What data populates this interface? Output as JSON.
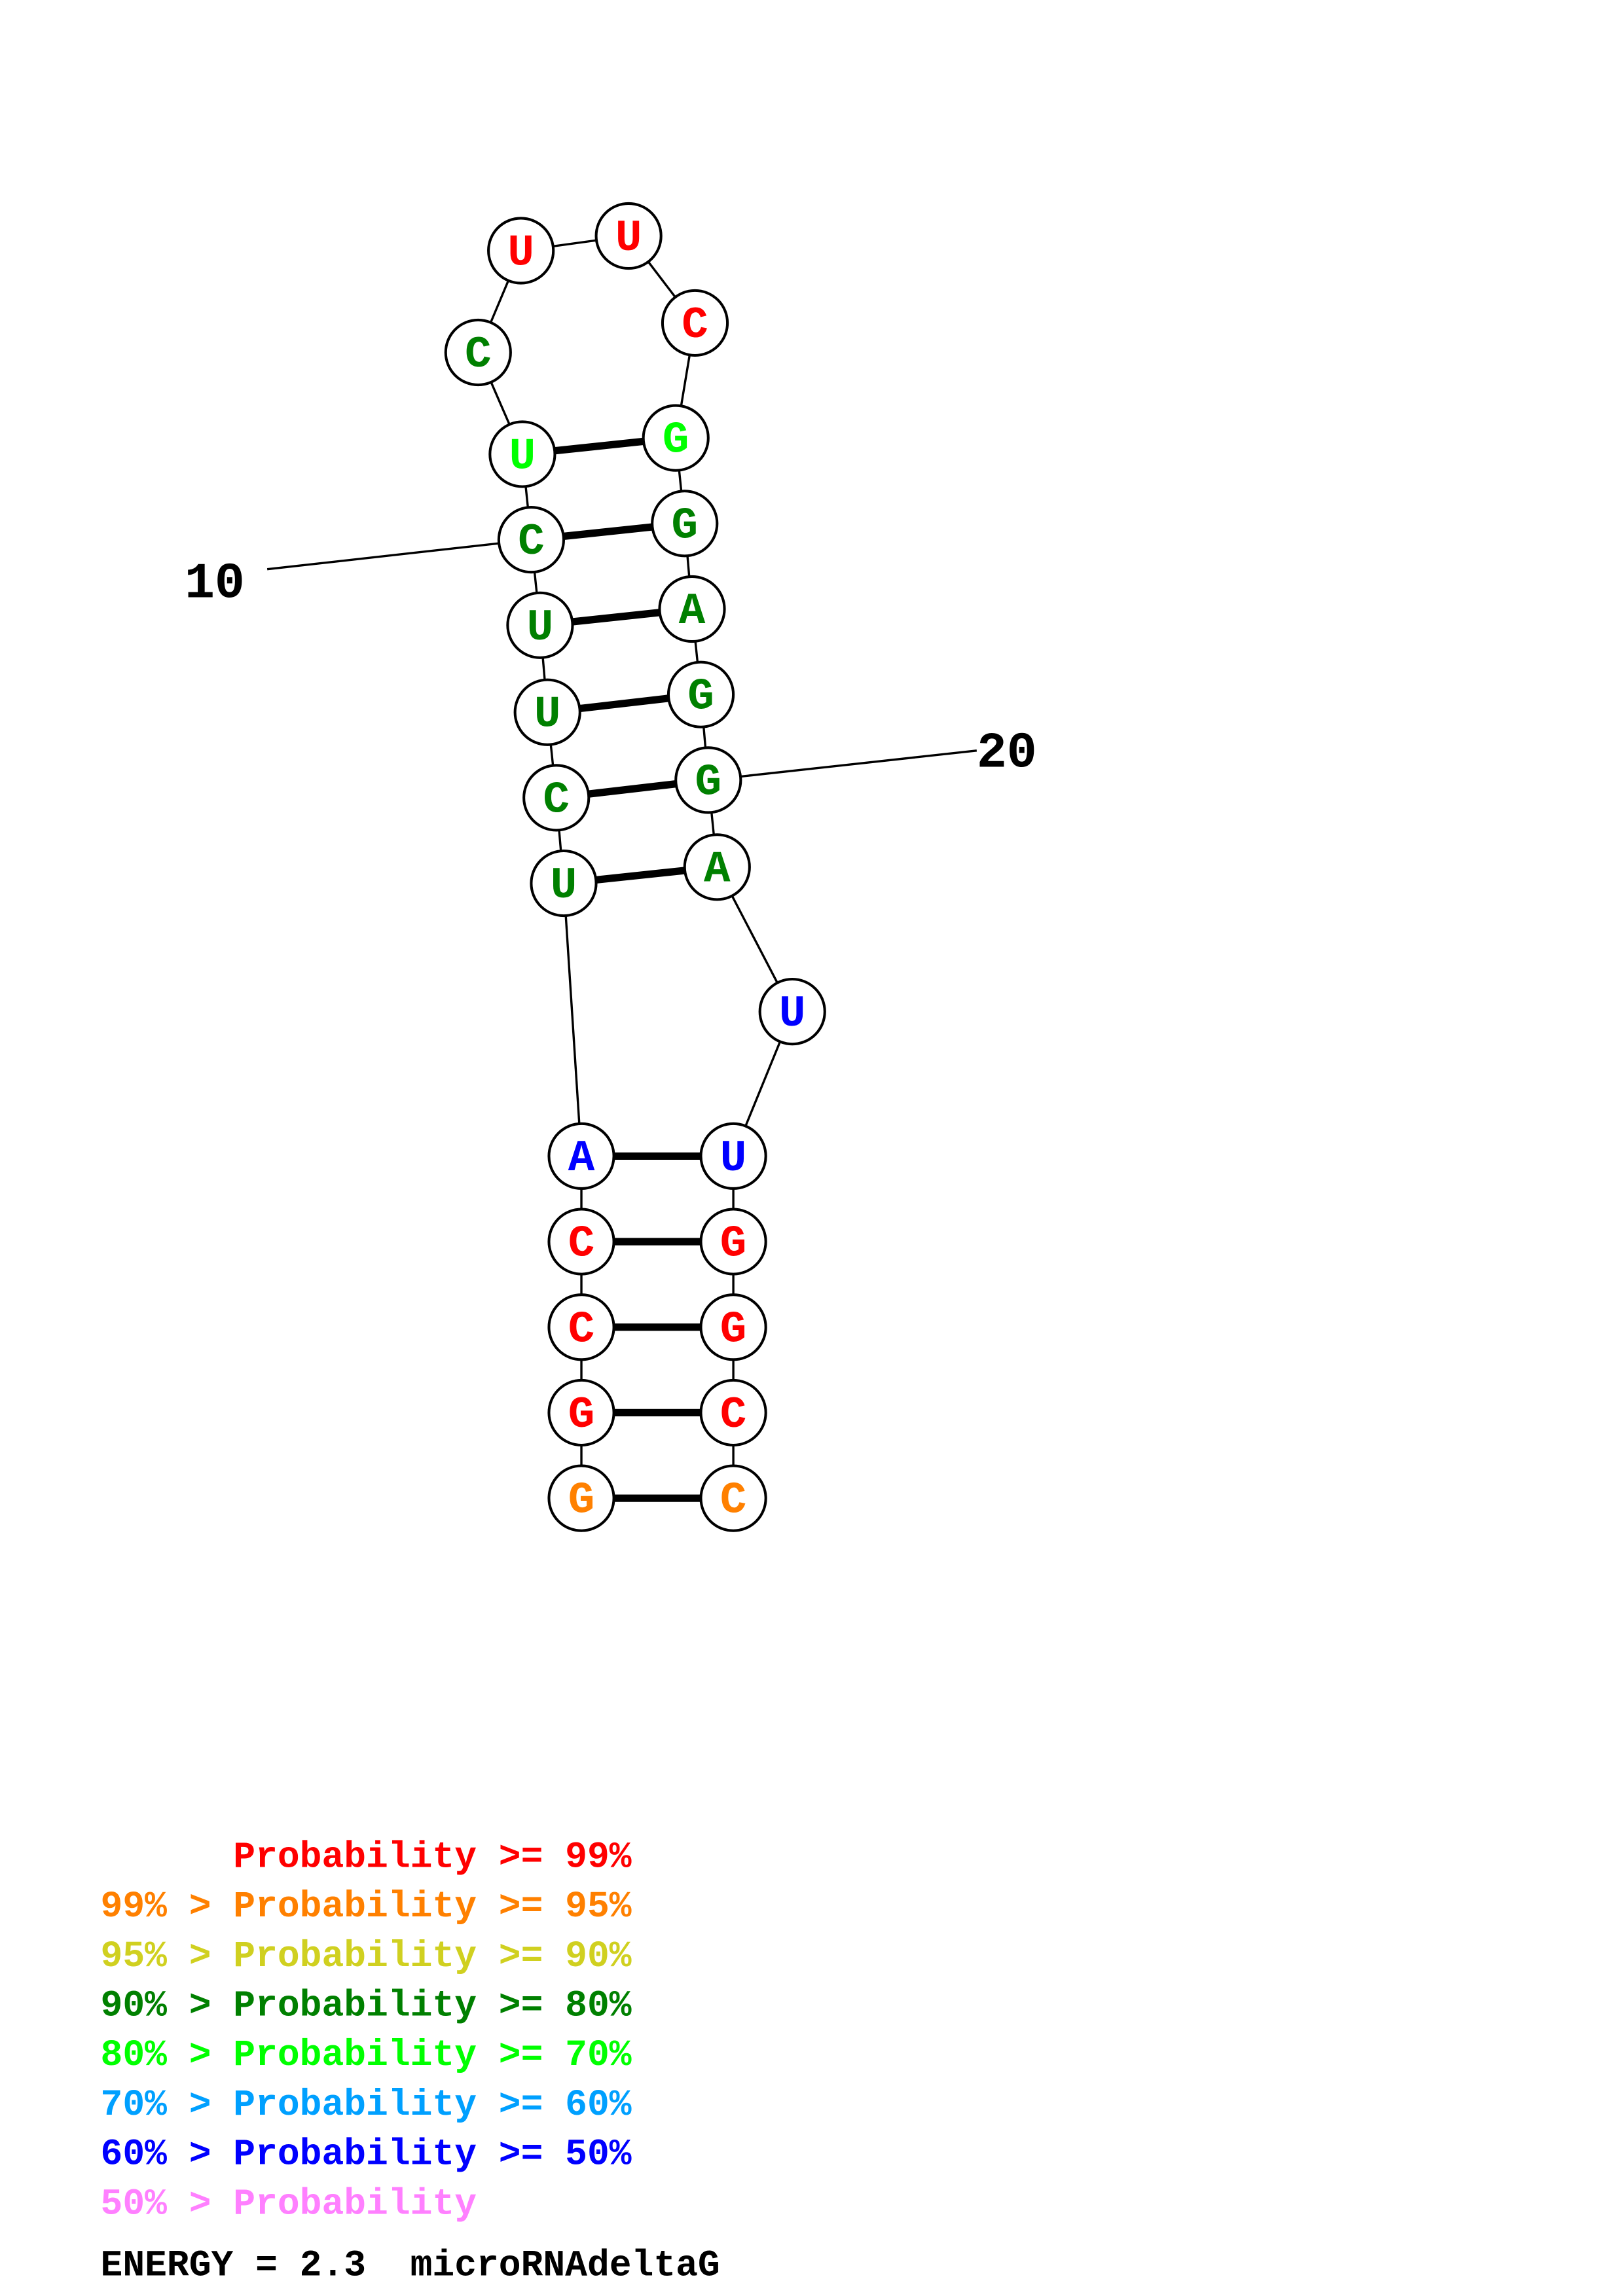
{
  "sequence": [
    "G",
    "G",
    "C",
    "C",
    "A",
    "U",
    "C",
    "U",
    "U",
    "C",
    "U",
    "C",
    "U",
    "U",
    "C",
    "G",
    "G",
    "A",
    "G",
    "G",
    "A",
    "U",
    "U",
    "G",
    "G",
    "C",
    "C"
  ],
  "probability_class": [
    1,
    0,
    0,
    0,
    6,
    3,
    3,
    3,
    3,
    3,
    4,
    3,
    0,
    0,
    0,
    4,
    3,
    3,
    3,
    3,
    3,
    6,
    6,
    0,
    0,
    0,
    1
  ],
  "pairs": [
    [
      1,
      27
    ],
    [
      2,
      26
    ],
    [
      3,
      25
    ],
    [
      4,
      24
    ],
    [
      5,
      23
    ],
    [
      6,
      21
    ],
    [
      7,
      20
    ],
    [
      8,
      19
    ],
    [
      9,
      18
    ],
    [
      10,
      17
    ],
    [
      11,
      16
    ]
  ],
  "position_labels": [
    {
      "index": 10,
      "text": "10"
    },
    {
      "index": 20,
      "text": "20"
    }
  ],
  "legend": [
    {
      "text": "      Probability >= 99%",
      "color": "#ff0000"
    },
    {
      "text": "99% > Probability >= 95%",
      "color": "#ff8000"
    },
    {
      "text": "95% > Probability >= 90%",
      "color": "#d0d020"
    },
    {
      "text": "90% > Probability >= 80%",
      "color": "#008000"
    },
    {
      "text": "80% > Probability >= 70%",
      "color": "#00ff00"
    },
    {
      "text": "70% > Probability >= 60%",
      "color": "#00a0ff"
    },
    {
      "text": "60% > Probability >= 50%",
      "color": "#0000ff"
    },
    {
      "text": "50% > Probability",
      "color": "#ff80ff"
    }
  ],
  "energy_line": "ENERGY = 2.3  microRNAdeltaG"
}
